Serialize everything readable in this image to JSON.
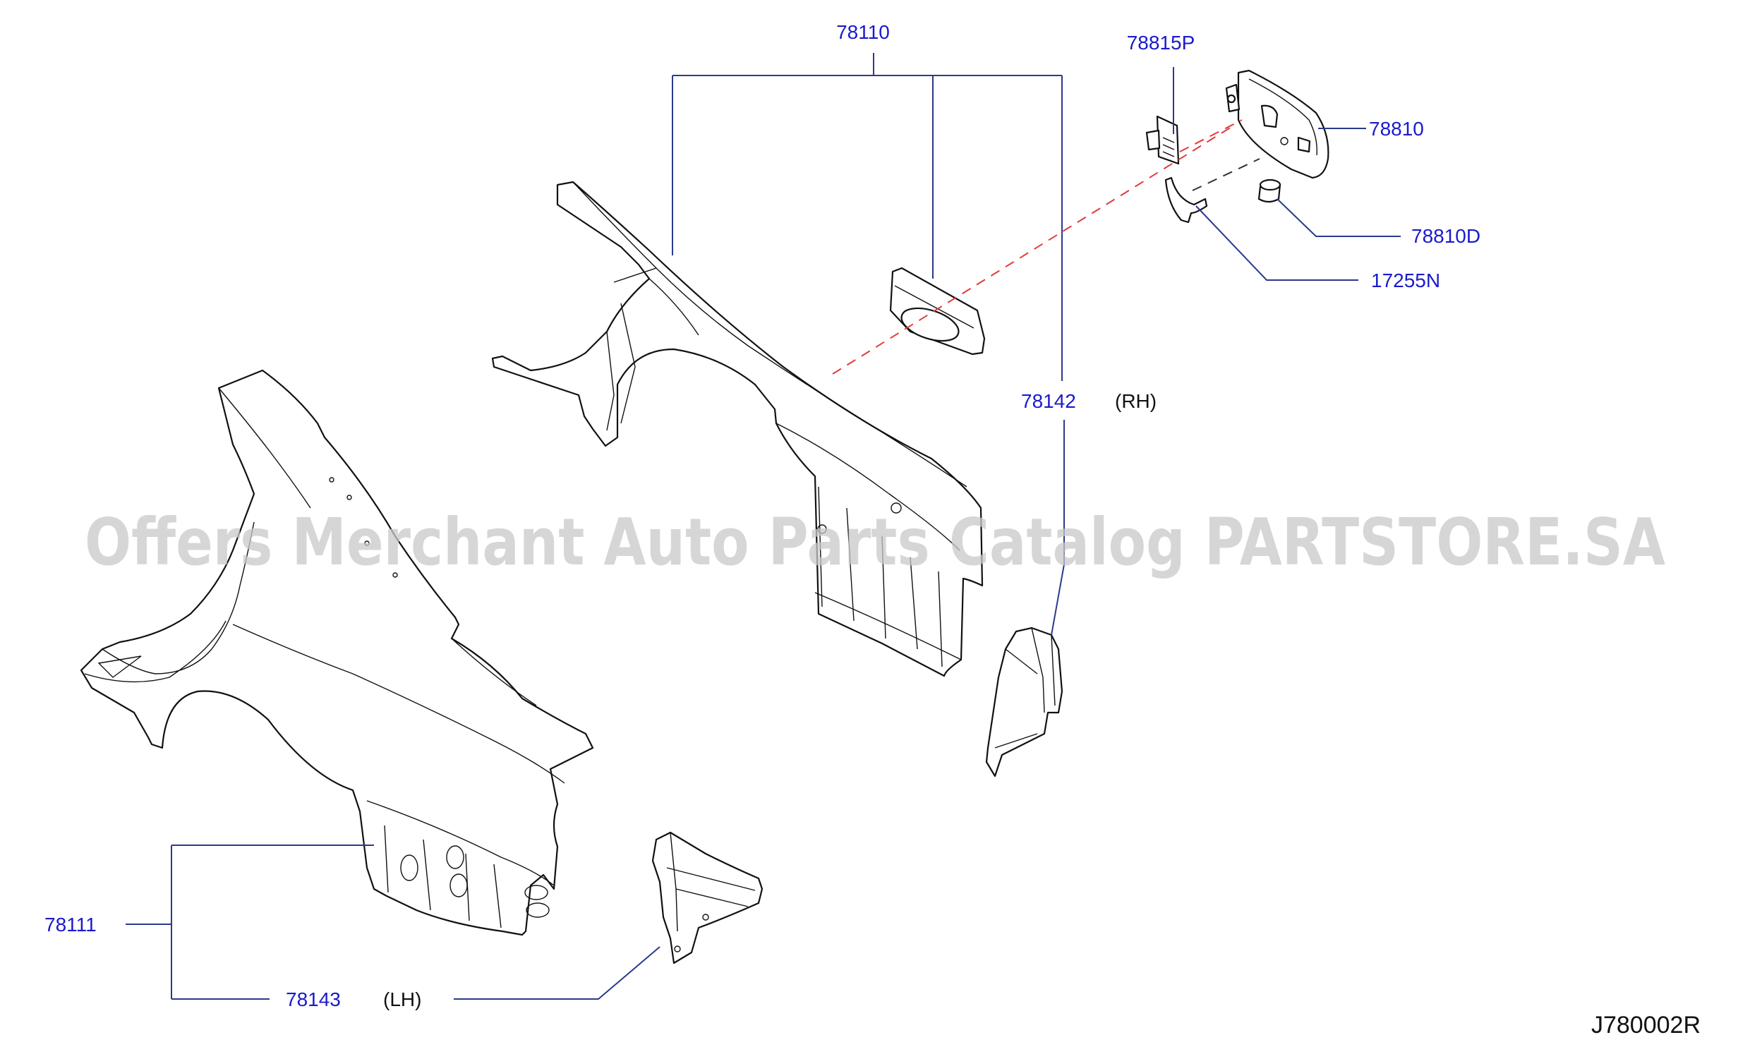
{
  "watermark": "Offers Merchant Auto Parts Catalog PARTSTORE.SA",
  "diagram_id": "J780002R",
  "callouts": {
    "p78110": "78110",
    "p78815P": "78815P",
    "p78810": "78810",
    "p78810D": "78810D",
    "p17255N": "17255N",
    "p78142": "78142",
    "p78142_side": "(RH)",
    "p78111": "78111",
    "p78143": "78143",
    "p78143_side": "(LH)"
  }
}
